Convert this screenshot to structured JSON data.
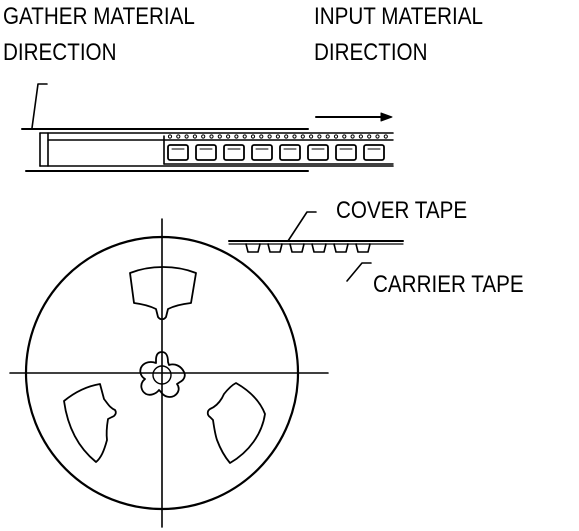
{
  "labels": {
    "gather_line1": "GATHER MATERIAL",
    "gather_line2": "DIRECTION",
    "input_line1": "INPUT MATERIAL",
    "input_line2": "DIRECTION",
    "cover_tape": "COVER TAPE",
    "carrier_tape": "CARRIER TAPE"
  },
  "colors": {
    "line": "#000000",
    "background": "#ffffff"
  },
  "tape": {
    "pocket_count": 8,
    "sprocket_hole_count": 27
  }
}
